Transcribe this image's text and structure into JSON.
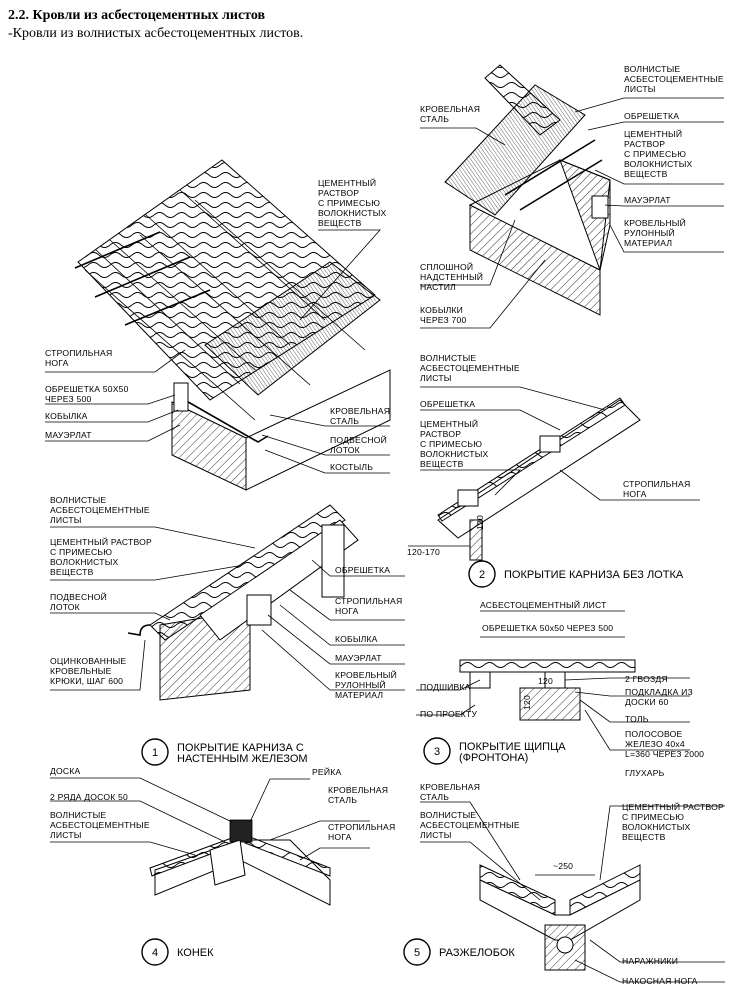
{
  "header": {
    "title": "2.2. Кровли из асбестоцементных листов",
    "subtitle": "-Кровли из волнистых асбестоцементных листов."
  },
  "overview": {
    "labels": {
      "cement": [
        "ЦЕМЕНТНЫЙ",
        "РАСТВОР",
        "С ПРИМЕСЬЮ",
        "ВОЛОКНИСТЫХ",
        "ВЕЩЕСТВ"
      ],
      "rafter": [
        "СТРОПИЛЬНАЯ",
        "НОГА"
      ],
      "batten": [
        "ОБРЕШЕТКА 50X50",
        "ЧЕРЕЗ 500"
      ],
      "kobylka": [
        "КОБЫЛКА"
      ],
      "mauerlat": [
        "МАУЭРЛАТ"
      ],
      "roof_steel": [
        "КРОВЕЛЬНАЯ",
        "СТАЛЬ"
      ],
      "gutter": [
        "ПОДВЕСНОЙ",
        "ЛОТОК"
      ],
      "crutch": [
        "КОСТЫЛЬ"
      ]
    }
  },
  "detail_top_right": {
    "labels": {
      "roof_steel": [
        "КРОВЕЛЬНАЯ",
        "СТАЛЬ"
      ],
      "sheets": [
        "ВОЛНИСТЫЕ",
        "АСБЕСТОЦЕМЕНТНЫЕ",
        "ЛИСТЫ"
      ],
      "batten": [
        "ОБРЕШЕТКА"
      ],
      "cement": [
        "ЦЕМЕНТНЫЙ",
        "РАСТВОР",
        "С ПРИМЕСЬЮ",
        "ВОЛОКНИСТЫХ",
        "ВЕЩЕСТВ"
      ],
      "mauerlat": [
        "МАУЭРЛАТ"
      ],
      "rolled": [
        "КРОВЕЛЬНЫЙ",
        "РУЛОННЫЙ",
        "МАТЕРИАЛ"
      ],
      "solid": [
        "СПЛОШНОЙ",
        "НАДСТЕННЫЙ",
        "НАСТИЛ"
      ],
      "kobylki": [
        "КОБЫЛКИ",
        "ЧЕРЕЗ 700"
      ]
    }
  },
  "detail_1": {
    "number": "1",
    "caption": [
      "ПОКРЫТИЕ КАРНИЗА С",
      "НАСТЕННЫМ ЖЕЛЕЗОМ"
    ],
    "labels": {
      "sheets": [
        "ВОЛНИСТЫЕ",
        "АСБЕСТОЦЕМЕНТНЫЕ",
        "ЛИСТЫ"
      ],
      "cement": [
        "ЦЕМЕНТНЫЙ РАСТВОР",
        "С ПРИМЕСЬЮ",
        "ВОЛОКНИСТЫХ",
        "ВЕЩЕСТВ"
      ],
      "gutter": [
        "ПОДВЕСНОЙ",
        "ЛОТОК"
      ],
      "hooks": [
        "ОЦИНКОВАННЫЕ",
        "КРОВЕЛЬНЫЕ",
        "КРЮКИ, ШАГ 600"
      ],
      "batten": [
        "ОБРЕШЕТКА"
      ],
      "rafter": [
        "СТРОПИЛЬНАЯ",
        "НОГА"
      ],
      "kobylka": [
        "КОБЫЛКА"
      ],
      "mauerlat": [
        "МАУЭРЛАТ"
      ],
      "rolled": [
        "КРОВЕЛЬНЫЙ",
        "РУЛОННЫЙ",
        "МАТЕРИАЛ"
      ]
    }
  },
  "detail_2": {
    "number": "2",
    "caption": [
      "ПОКРЫТИЕ КАРНИЗА БЕЗ ЛОТКА"
    ],
    "labels": {
      "sheets": [
        "ВОЛНИСТЫЕ",
        "АСБЕСТОЦЕМЕНТНЫЕ",
        "ЛИСТЫ"
      ],
      "batten": [
        "ОБРЕШЕТКА"
      ],
      "cement": [
        "ЦЕМЕНТНЫЙ",
        "РАСТВОР",
        "С ПРИМЕСЬЮ",
        "ВОЛОКНИСТЫХ",
        "ВЕЩЕСТВ"
      ],
      "rafter": [
        "СТРОПИЛЬНАЯ",
        "НОГА"
      ]
    },
    "dims": {
      "overhang": "120-170",
      "height": "120"
    }
  },
  "detail_3": {
    "number": "3",
    "caption": [
      "ПОКРЫТИЕ ЩИПЦА",
      "(ФРОНТОНА)"
    ],
    "labels": {
      "sheet": [
        "АСБЕСТОЦЕМЕНТНЫЙ ЛИСТ"
      ],
      "batten": [
        "ОБРЕШЕТКА 50x50 ЧЕРЕЗ 500"
      ],
      "nails": [
        "2 ГВОЗДЯ"
      ],
      "pad": [
        "ПОДКЛАДКА ИЗ",
        "ДОСКИ 60"
      ],
      "tol": [
        "ТОЛЬ"
      ],
      "strip": [
        "ПОЛОСОВОЕ",
        "ЖЕЛЕЗО 40x4",
        "L=360 ЧЕРЕЗ 2000"
      ],
      "bolt": [
        "ГЛУХАРЬ"
      ],
      "lining": [
        "ПОДШИВКА"
      ],
      "design": [
        "ПО ПРОЕКТУ"
      ]
    },
    "dims": {
      "a": "120",
      "b": "120"
    }
  },
  "detail_4": {
    "number": "4",
    "caption": [
      "КОНЕК"
    ],
    "labels": {
      "board": [
        "ДОСКА"
      ],
      "two_rows": [
        "2 РЯДА ДОСОК 50"
      ],
      "sheets": [
        "ВОЛНИСТЫЕ",
        "АСБЕСТОЦЕМЕНТНЫЕ",
        "ЛИСТЫ"
      ],
      "slat": [
        "РЕЙКА"
      ],
      "roof_steel": [
        "КРОВЕЛЬНАЯ",
        "СТАЛЬ"
      ],
      "rafter": [
        "СТРОПИЛЬНАЯ",
        "НОГА"
      ]
    }
  },
  "detail_5": {
    "number": "5",
    "caption": [
      "РАЗЖЕЛОБОК"
    ],
    "labels": {
      "roof_steel": [
        "КРОВЕЛЬНАЯ",
        "СТАЛЬ"
      ],
      "sheets": [
        "ВОЛНИСТЫЕ",
        "АСБЕСТОЦЕМЕНТНЫЕ",
        "ЛИСТЫ"
      ],
      "cement": [
        "ЦЕМЕНТНЫЙ РАСТВОР",
        "С ПРИМЕСЬЮ",
        "ВОЛОКНИСТЫХ",
        "ВЕЩЕСТВ"
      ],
      "jacks": [
        "НАРАЖНИКИ"
      ],
      "valley": [
        "НАКОСНАЯ НОГА"
      ]
    },
    "dims": {
      "width": "~250"
    }
  }
}
